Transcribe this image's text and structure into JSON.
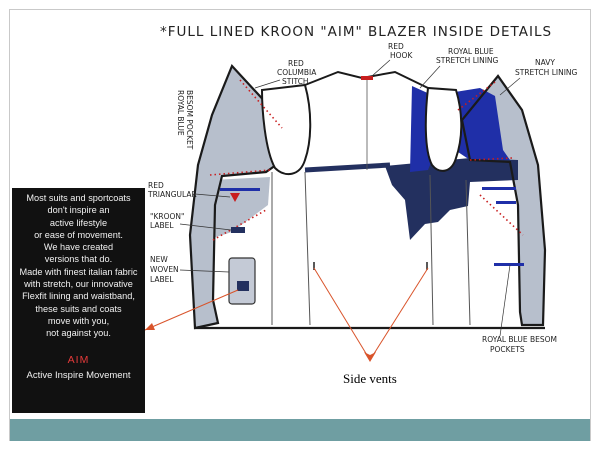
{
  "colors": {
    "royal_blue": "#1f2fa8",
    "navy": "#23305f",
    "red": "#c81e1e",
    "grey_fill": "#b7bfcc",
    "bottom_bar": "#6f9ea2",
    "panel_bg": "#111111",
    "aim_red": "#e53a3a"
  },
  "title": "*FULL LINED KROON \"AIM\" BLAZER INSIDE DETAILS",
  "annotations": {
    "red_columbia_stitch": [
      "RED",
      "COLUMBIA",
      "STITCH"
    ],
    "red_hook": [
      "RED",
      "HOOK"
    ],
    "royal_blue_stretch_lining": [
      "ROYAL BLUE",
      "STRETCH LINING"
    ],
    "navy_stretch_lining": [
      "NAVY",
      "STRETCH LINING"
    ],
    "royal_blue_besom_pocket": [
      "ROYAL BLUE",
      "BESOM POCKET"
    ],
    "red_triangular": [
      "RED",
      "TRIANGULAR"
    ],
    "kroon_label": [
      "\"KROON\"",
      "LABEL"
    ],
    "new_woven_label": [
      "NEW",
      "WOVEN",
      "LABEL"
    ],
    "royal_blue_besom_pockets": [
      "ROYAL BLUE BESOM",
      "POCKETS"
    ]
  },
  "label_panel": {
    "lines": [
      "Most suits and sportcoats",
      "don't inspire an",
      "active lifestyle",
      "or ease of movement.",
      "We have created",
      "versions that do.",
      "Made with finest italian fabric",
      "with stretch, our innovative",
      "Flexfit lining and waistband,",
      "these suits and coats",
      "move with you,",
      "not against you."
    ],
    "brand": "AIM",
    "tagline": "Active Inspire Movement"
  },
  "side_vents_label": "Side vents"
}
